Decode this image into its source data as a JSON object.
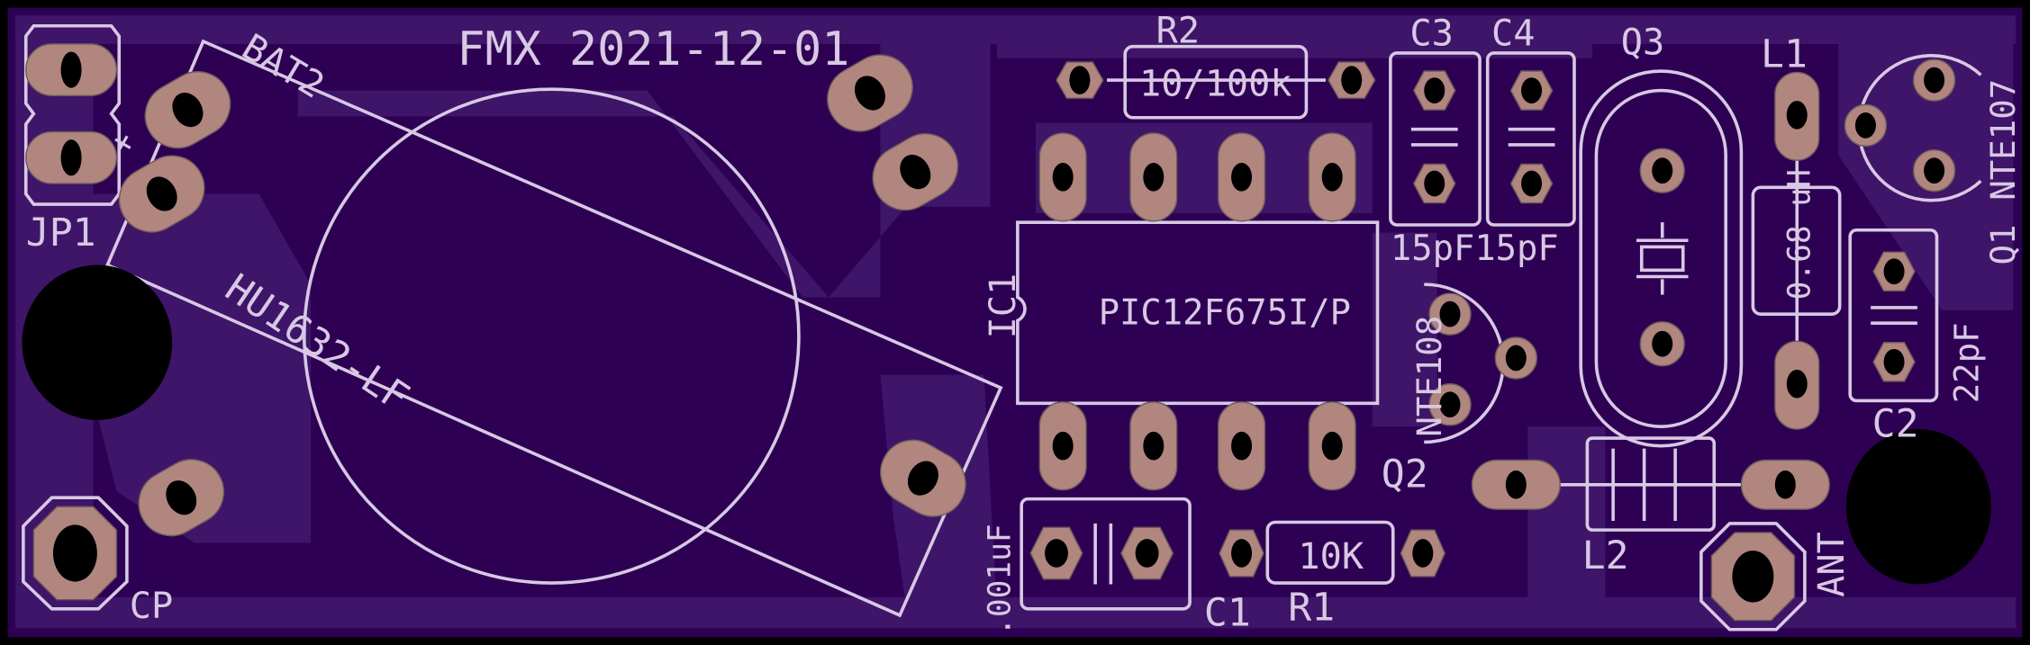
{
  "board": {
    "title": "FMX 2021-12-01",
    "colors": {
      "board": "#2d0053",
      "pour": "#3e1569",
      "pad": "#b0867f",
      "silk": "#d8c8e4",
      "outline": "#000000"
    }
  },
  "components": {
    "jp1": {
      "ref": "JP1"
    },
    "bat2": {
      "ref": "BAT2",
      "value": "HU1632-LF",
      "polarity": "+"
    },
    "cp": {
      "ref": "CP"
    },
    "r2": {
      "ref": "R2",
      "value": "10/100k"
    },
    "ic1": {
      "ref": "IC1",
      "value": "PIC12F675I/P"
    },
    "c3": {
      "ref": "C3"
    },
    "c4": {
      "ref": "C4"
    },
    "c3c4_values": "15pF15pF",
    "q3": {
      "ref": "Q3"
    },
    "l1": {
      "ref": "L1",
      "value": "0.68 uH"
    },
    "q1": {
      "ref": "Q1",
      "value": "NTE107"
    },
    "c2": {
      "ref": "C2",
      "value": "22pF"
    },
    "q2": {
      "ref": "Q2",
      "value": "NTE108"
    },
    "l2": {
      "ref": "L2"
    },
    "ant": {
      "ref": "ANT"
    },
    "c1": {
      "ref": "C1",
      "value": ".001uF"
    },
    "r1": {
      "ref": "R1",
      "value": "10K"
    }
  }
}
